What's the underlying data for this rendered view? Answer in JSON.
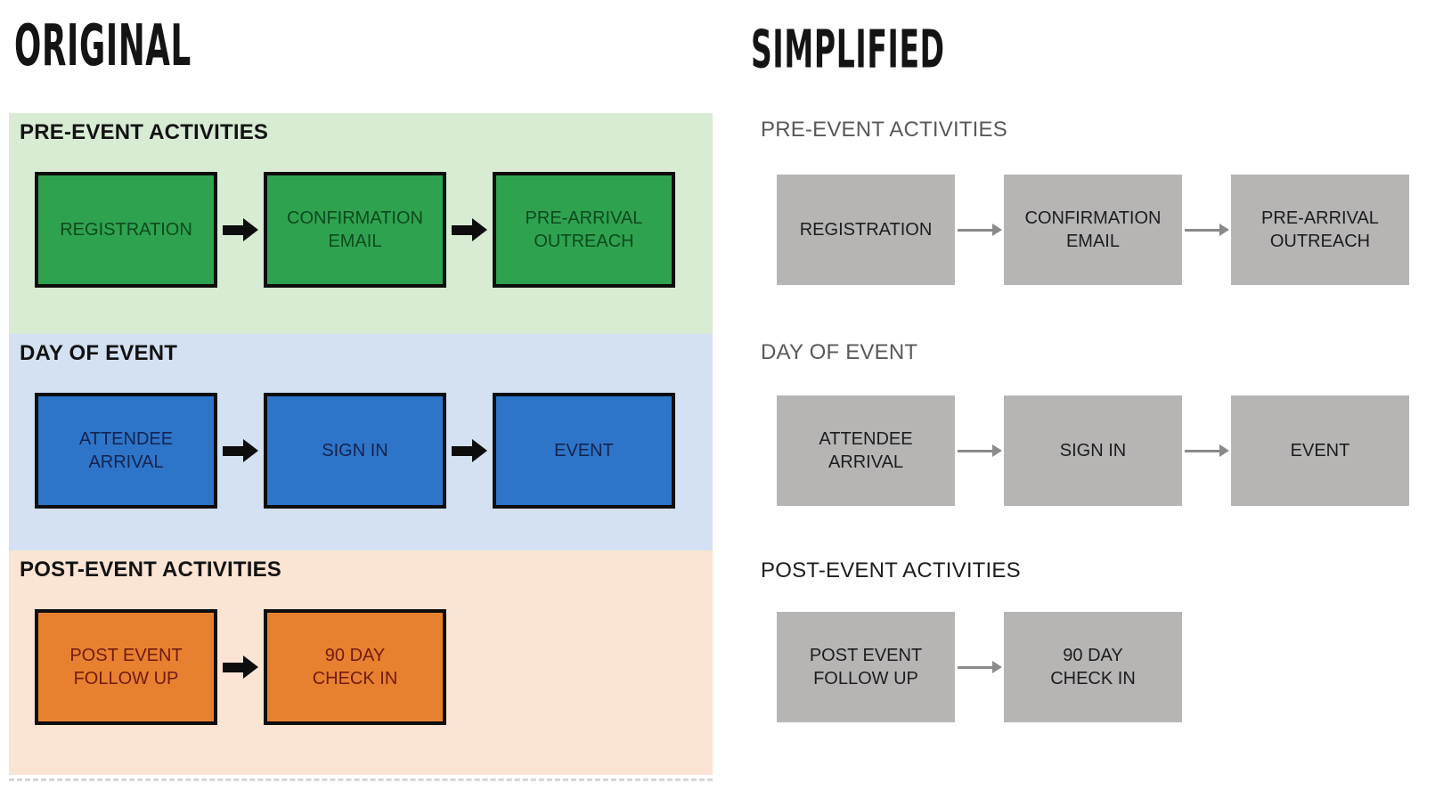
{
  "original": {
    "title": "ORIGINAL",
    "sections": [
      {
        "id": "pre-event",
        "heading": "PRE-EVENT ACTIVITIES",
        "section_bg": "#d8ecd4",
        "box_bg": "#2fa24f",
        "box_border": "#0d0d0d",
        "box_text_color": "#0b4a1d",
        "arrow_color": "#0d0d0d",
        "boxes": [
          "REGISTRATION",
          "CONFIRMATION\nEMAIL",
          "PRE-ARRIVAL\nOUTREACH"
        ]
      },
      {
        "id": "day-of-event",
        "heading": "DAY OF EVENT",
        "section_bg": "#d3e1f2",
        "box_bg": "#2e75c9",
        "box_border": "#0d0d0d",
        "box_text_color": "#13234f",
        "arrow_color": "#0d0d0d",
        "boxes": [
          "ATTENDEE\nARRIVAL",
          "SIGN IN",
          "EVENT"
        ]
      },
      {
        "id": "post-event",
        "heading": "POST-EVENT ACTIVITIES",
        "section_bg": "#fbe4d3",
        "box_bg": "#e8812f",
        "box_border": "#0d0d0d",
        "box_text_color": "#701b0e",
        "arrow_color": "#0d0d0d",
        "boxes": [
          "POST EVENT\nFOLLOW UP",
          "90 DAY\nCHECK IN"
        ]
      }
    ]
  },
  "simplified": {
    "title": "SIMPLIFIED",
    "box_bg": "#b6b5b4",
    "box_text_color": "#1d1d1f",
    "arrow_color": "#8a8a8a",
    "sections": [
      {
        "id": "pre-event",
        "heading": "PRE-EVENT ACTIVITIES",
        "heading_color": "#58595b",
        "boxes": [
          "REGISTRATION",
          "CONFIRMATION\nEMAIL",
          "PRE-ARRIVAL\nOUTREACH"
        ]
      },
      {
        "id": "day-of-event",
        "heading": "DAY OF EVENT",
        "heading_color": "#58595b",
        "boxes": [
          "ATTENDEE\nARRIVAL",
          "SIGN IN",
          "EVENT"
        ]
      },
      {
        "id": "post-event",
        "heading": "POST-EVENT ACTIVITIES",
        "heading_color": "#1d1d1f",
        "boxes": [
          "POST EVENT\nFOLLOW UP",
          "90 DAY\nCHECK IN"
        ]
      }
    ]
  }
}
